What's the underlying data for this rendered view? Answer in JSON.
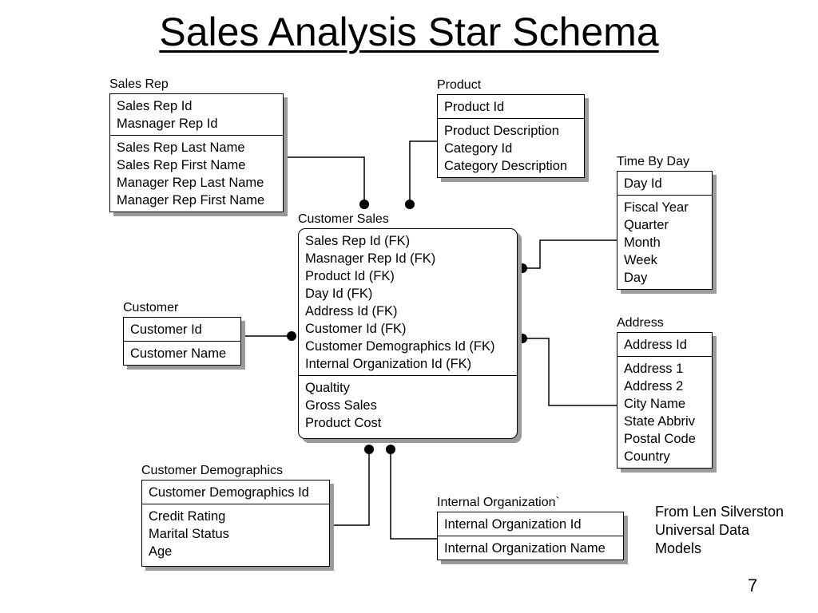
{
  "title": "Sales Analysis Star Schema",
  "entities": {
    "sales_rep": {
      "name": "Sales Rep",
      "keys": [
        "Sales Rep Id",
        "Masnager Rep Id"
      ],
      "attributes": [
        "Sales Rep Last Name",
        "Sales Rep First Name",
        "Manager Rep Last Name",
        "Manager Rep First Name"
      ]
    },
    "product": {
      "name": "Product",
      "keys": [
        "Product Id"
      ],
      "attributes": [
        "Product Description",
        "Category Id",
        "Category Description"
      ]
    },
    "time_by_day": {
      "name": "Time By Day",
      "keys": [
        "Day Id"
      ],
      "attributes": [
        "Fiscal Year",
        "Quarter",
        "Month",
        "Week",
        "Day"
      ]
    },
    "customer_sales": {
      "name": "Customer Sales",
      "keys": [
        "Sales Rep Id (FK)",
        "Masnager Rep Id (FK)",
        "Product Id (FK)",
        "Day Id (FK)",
        "Address Id (FK)",
        "Customer Id (FK)",
        "Customer Demographics Id (FK)",
        "Internal Organization Id (FK)"
      ],
      "attributes": [
        "Qualtity",
        "Gross Sales",
        "Product Cost"
      ]
    },
    "customer": {
      "name": "Customer",
      "keys": [
        "Customer Id"
      ],
      "attributes": [
        "Customer Name"
      ]
    },
    "address": {
      "name": "Address",
      "keys": [
        "Address Id"
      ],
      "attributes": [
        "Address 1",
        "Address 2",
        "City Name",
        "State Abbriv",
        "Postal Code",
        "Country"
      ]
    },
    "customer_demographics": {
      "name": "Customer Demographics",
      "keys": [
        "Customer Demographics Id"
      ],
      "attributes": [
        "Credit Rating",
        "Marital Status",
        "Age"
      ]
    },
    "internal_organization": {
      "name": "Internal Organization`",
      "keys": [
        "Internal Organization Id"
      ],
      "attributes": [
        "Internal Organization Name"
      ]
    }
  },
  "credit": [
    "From Len Silverston",
    "Universal Data",
    "Models"
  ],
  "slide_number": "7"
}
